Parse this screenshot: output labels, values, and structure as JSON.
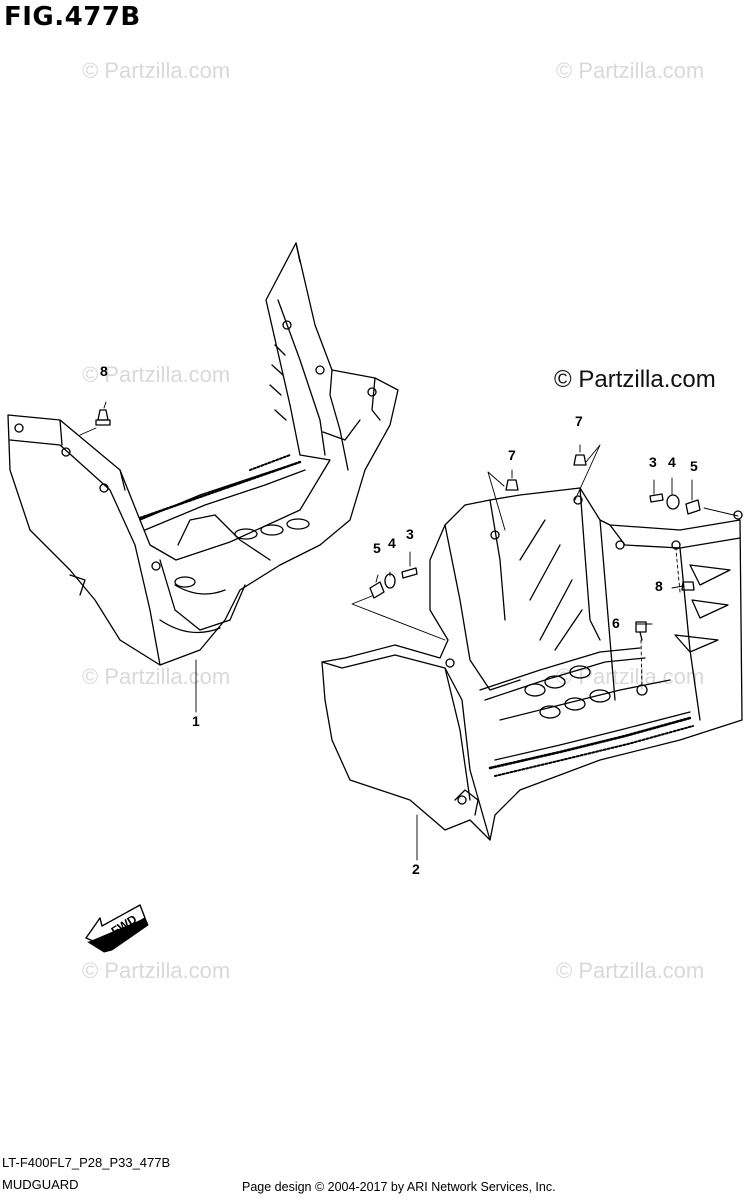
{
  "figure": {
    "title": "FIG.477B",
    "code": "LT-F400FL7_P28_P33_477B",
    "name": "MUDGUARD"
  },
  "watermark": {
    "text": "© Partzilla.com",
    "main_text": "© Partzilla.com"
  },
  "callouts": {
    "c1": "1",
    "c2": "2",
    "c3a": "3",
    "c3b": "3",
    "c4a": "4",
    "c4b": "4",
    "c5a": "5",
    "c5b": "5",
    "c6": "6",
    "c7a": "7",
    "c7b": "7",
    "c8a": "8",
    "c8b": "8"
  },
  "fwd_label": "FWD",
  "footer": "Page design © 2004-2017 by ARI Network Services, Inc."
}
